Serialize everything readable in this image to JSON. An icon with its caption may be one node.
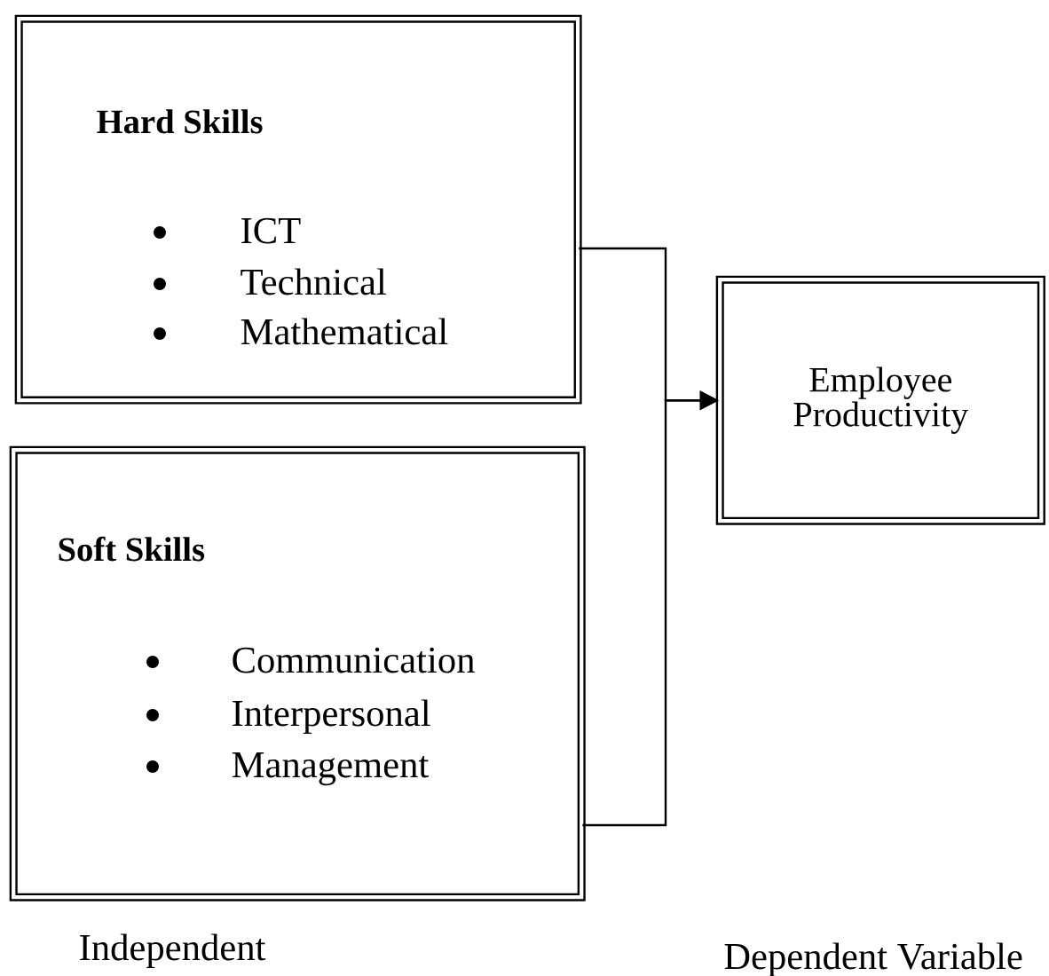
{
  "diagram": {
    "nodes": [
      {
        "text": [
          "Hard Skills",
          "ICT",
          "Technical",
          "Mathematical"
        ]
      },
      {
        "text": [
          "Soft Skills",
          "Communication",
          "Interpersonal",
          "Management"
        ]
      },
      {
        "text": [
          "Employee Productivity"
        ]
      }
    ],
    "edges": [
      {
        "from": 0,
        "to": 2,
        "arrow": "to"
      },
      {
        "from": 1,
        "to": 2,
        "arrow": "to"
      }
    ],
    "labels": [
      "Independent",
      "Dependent Variable"
    ]
  }
}
